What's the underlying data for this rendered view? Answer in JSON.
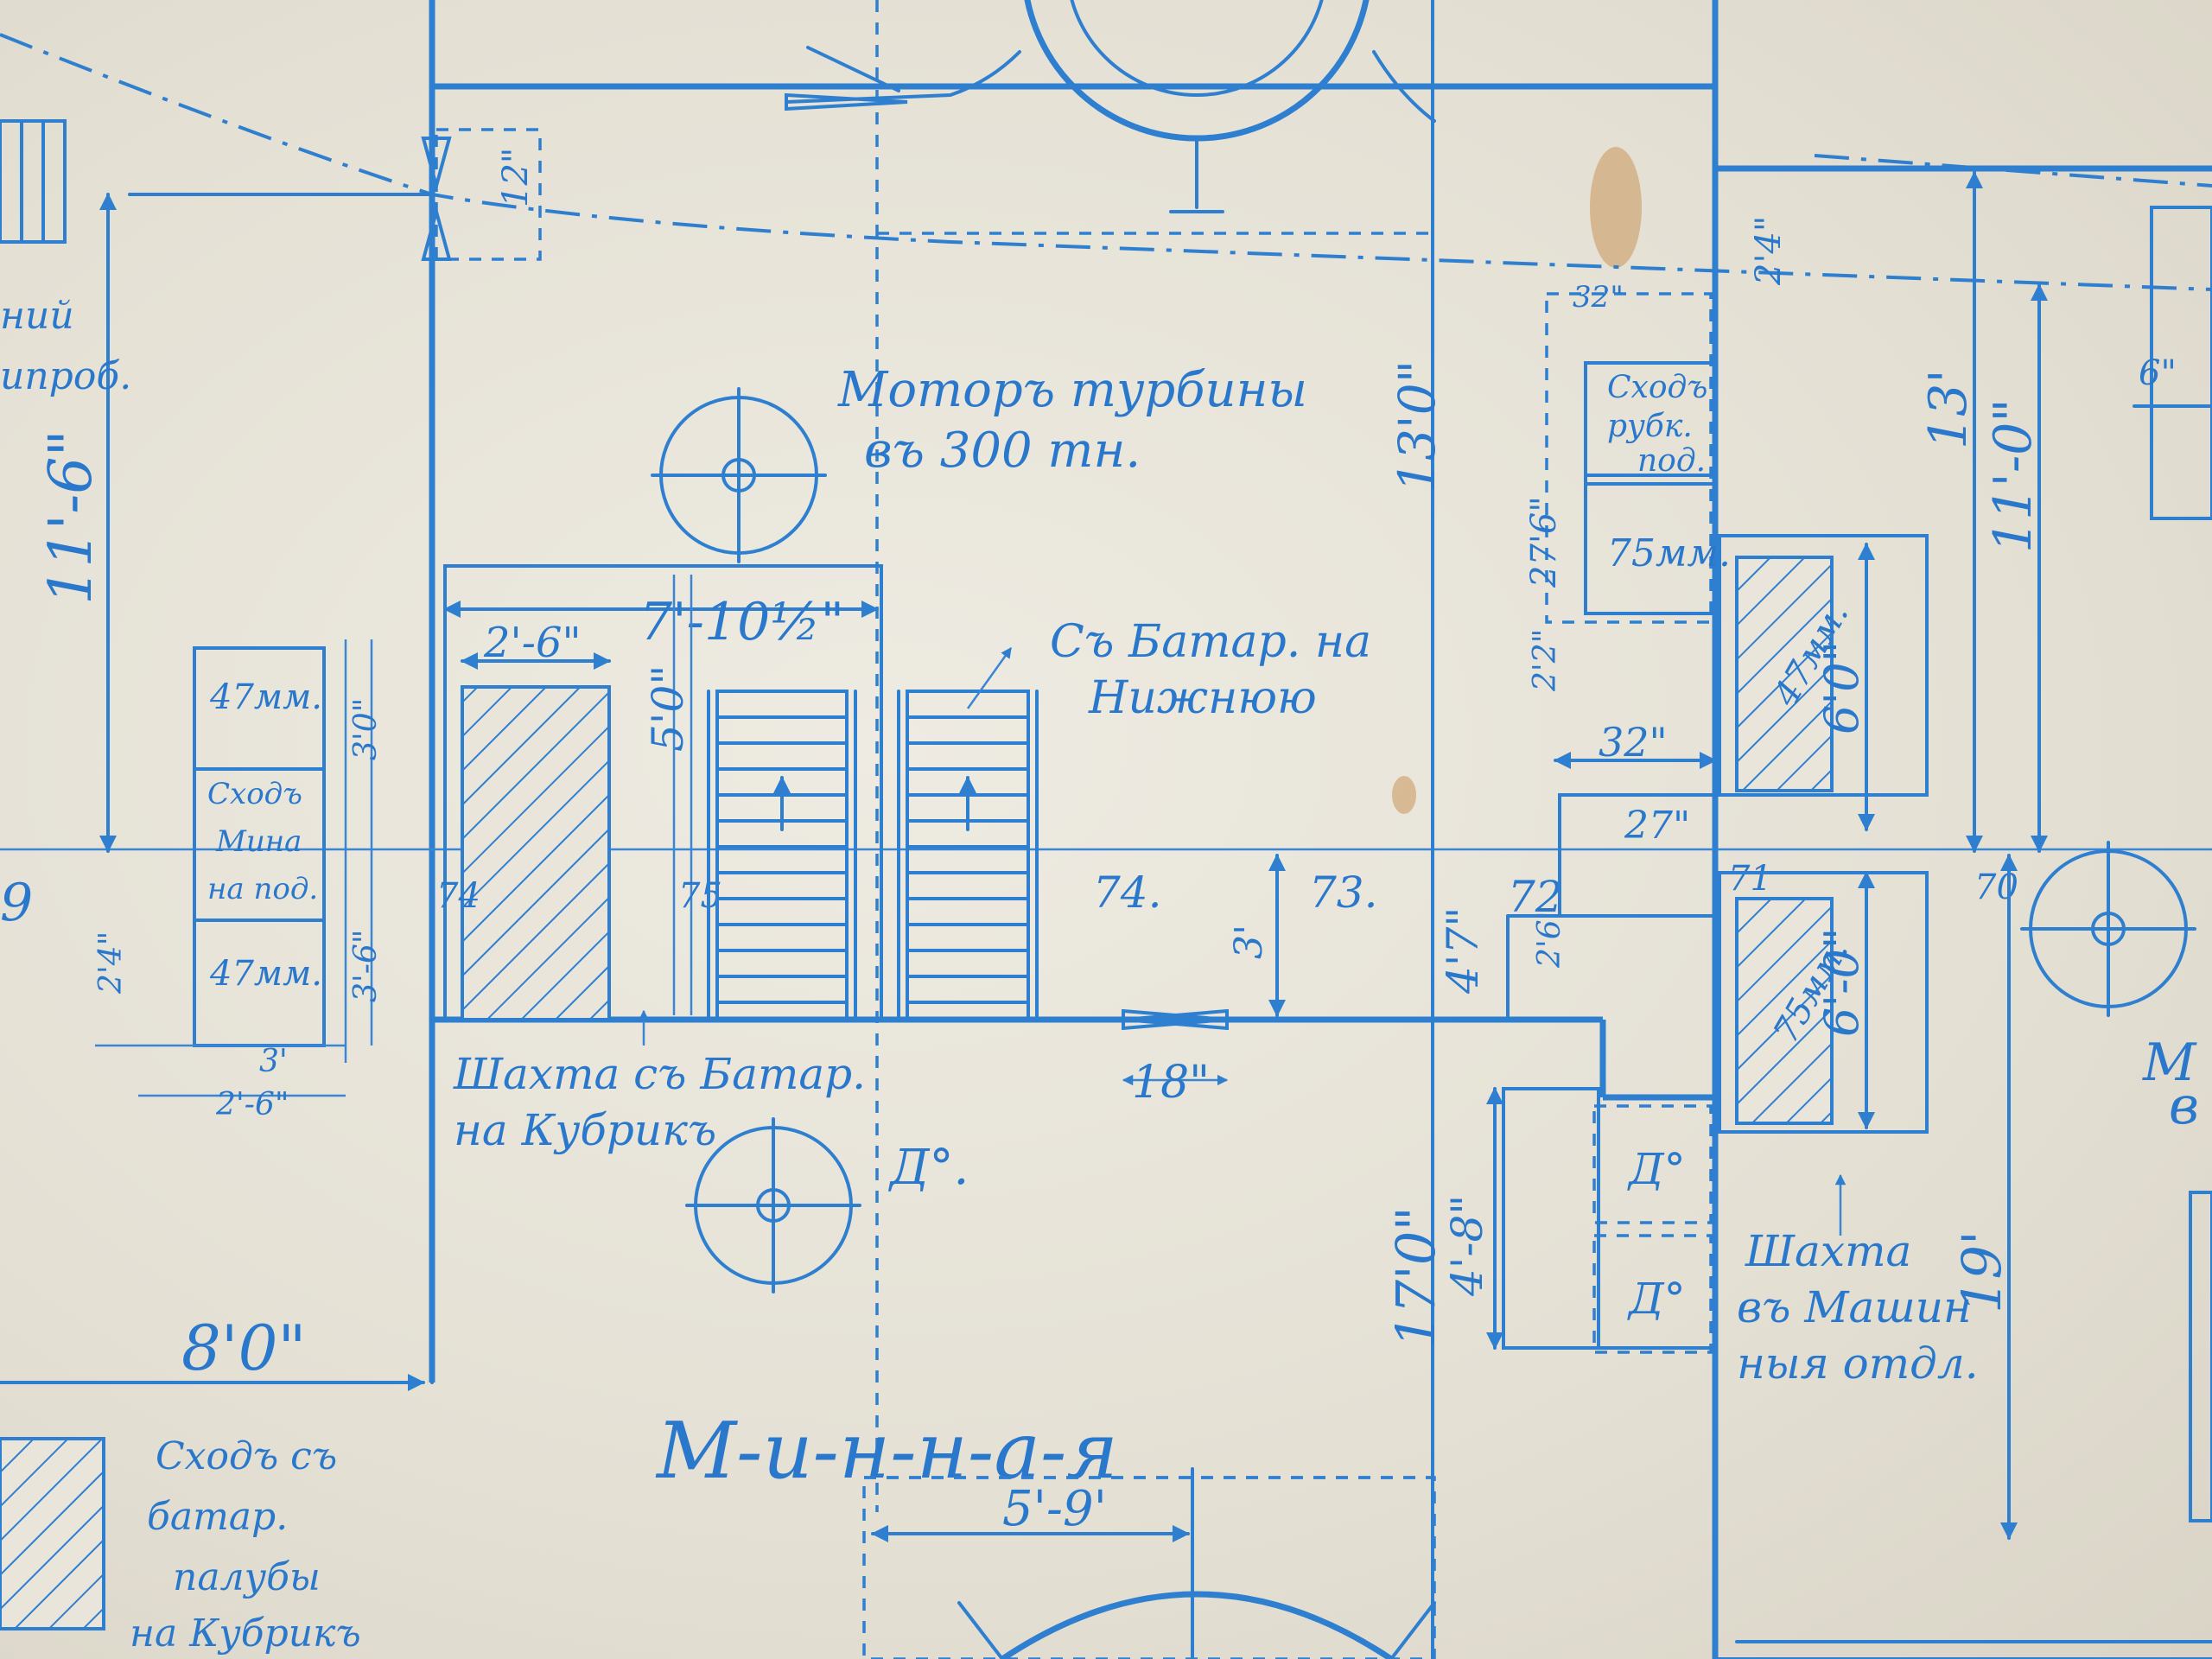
{
  "labels": {
    "motor_turbine_line1": "Моторъ турбины",
    "motor_turbine_line2": "въ 300 тн.",
    "battery_line1": "Съ Батар. на",
    "battery_line2": "Нижнюю",
    "shaft_battery_line1": "Шахта съ Батар.",
    "shaft_battery_line2": "на Кубрикъ",
    "ditto_motor": "Д°.",
    "shaft_engine_line1": "Шахта",
    "shaft_engine_line2": "въ Машин",
    "shaft_engine_line3": "ныя отдл.",
    "left_box_line1": "Сходъ съ",
    "left_box_line2": "батар.",
    "left_box_line3": "палубы",
    "left_box_line4": "на Кубрикъ",
    "mine_title": "М-и-н-н-а-я",
    "right_edge_line1": "М",
    "right_edge_line2": "в",
    "left_edge_top1": "ний",
    "left_edge_top2": "ипроб.",
    "left_edge_mid": "9",
    "sub_ladder_line1": "Сходъ",
    "sub_ladder_line2": "рубк.",
    "sub_ladder_line3": "под.",
    "small_box_line1": "Сходъ",
    "small_box_line2": "Мина",
    "small_box_line3": "на под."
  },
  "dimensions": {
    "d_11_6": "11'-6\"",
    "d_8_0": "8'0\"",
    "d_7_10": "7'-10½\"",
    "d_2_6": "2'-6\"",
    "d_5_0": "5'0\"",
    "d_13_0": "13'0\"",
    "d_4_7": "4'7\"",
    "d_17_0": "17'0\"",
    "d_4_8": "4'-8\"",
    "d_18in": "18\"",
    "d_32": "32\"",
    "d_27": "27\"",
    "d_19": "19'",
    "d_11_0": "11'-0\"",
    "d_6_0a": "6'0\"",
    "d_6_0b": "6'-0\"",
    "d_13_right": "13'",
    "d_5_9": "5'-9'",
    "d_3_0": "3'0\"",
    "d_2_6b": "2'6\"",
    "d_3_6": "3'-6\"",
    "d_32b": "32\"",
    "d_2_4": "2'4\"",
    "d_27_6": "27'6\"",
    "d_2_2": "2'2\"",
    "d_6": "6\"",
    "d_3": "3'",
    "d_2_6c": "2'-6\"",
    "d_12": "12\""
  },
  "stations": {
    "s74a": "74.",
    "s73": "73.",
    "s72": "72",
    "s71": "71",
    "s70": "70",
    "s74b": "74",
    "s75": "75"
  },
  "box_text": {
    "mm47a": "47мм.",
    "mm47b": "47мм.",
    "mm75": "75мм.",
    "ditto1": "Д°",
    "ditto2": "Д°",
    "mm47c": "47мм.",
    "mm75b": "75мм."
  }
}
